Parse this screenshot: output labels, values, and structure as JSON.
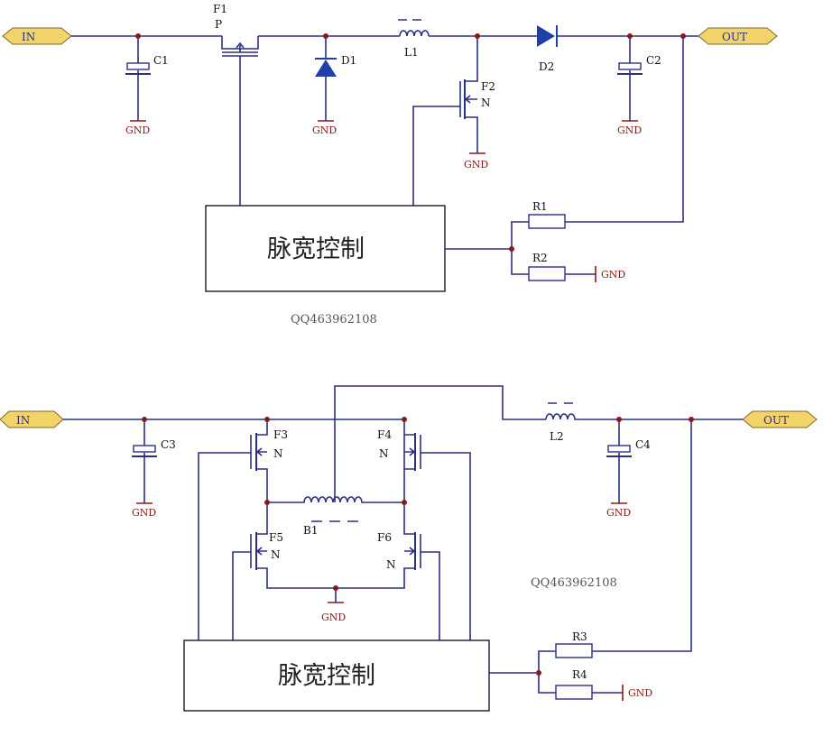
{
  "colors": {
    "wire": "#2b2f86",
    "junction": "#8a1a1a",
    "port_fill": "#f3d46b",
    "port_stroke": "#7a6a2a",
    "gnd_text": "#8a1a1a",
    "diode_fill": "#1f3fa8",
    "resistor_fill": "#ffffff"
  },
  "top": {
    "in_label": "IN",
    "out_label": "OUT",
    "c1": "C1",
    "f1": "F1",
    "f1_type": "P",
    "d1": "D1",
    "l1": "L1",
    "d2": "D2",
    "c2": "C2",
    "f2": "F2",
    "f2_type": "N",
    "r1": "R1",
    "r2": "R2",
    "gnd": "GND",
    "control": "脉宽控制",
    "watermark": "QQ463962108"
  },
  "bottom": {
    "in_label": "IN",
    "out_label": "OUT",
    "c3": "C3",
    "f3": "F3",
    "f3_type": "N",
    "f4": "F4",
    "f4_type": "N",
    "f5": "F5",
    "f5_type": "N",
    "f6": "F6",
    "f6_type": "N",
    "b1": "B1",
    "l2": "L2",
    "c4": "C4",
    "r3": "R3",
    "r4": "R4",
    "gnd": "GND",
    "control": "脉宽控制",
    "watermark": "QQ463962108"
  }
}
